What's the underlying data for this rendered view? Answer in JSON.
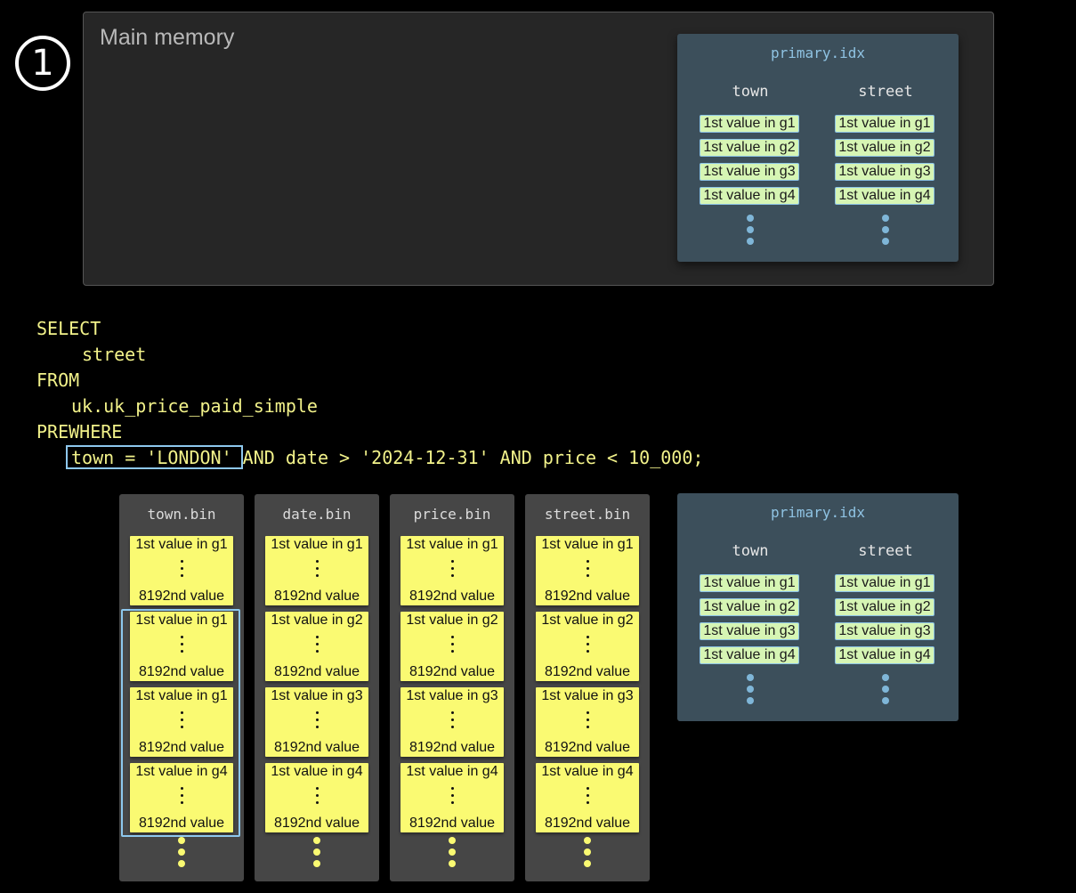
{
  "step_number": "1",
  "memory": {
    "title": "Main memory"
  },
  "primary_index": {
    "title": "primary.idx",
    "columns": [
      {
        "name": "town",
        "values": [
          "1st value in g1",
          "1st value in g2",
          "1st value in g3",
          "1st value in g4"
        ]
      },
      {
        "name": "street",
        "values": [
          "1st value in g1",
          "1st value in g2",
          "1st value in g3",
          "1st value in g4"
        ]
      }
    ]
  },
  "query": {
    "line1": "SELECT",
    "line2": "street",
    "line3": "FROM",
    "line4": "uk.uk_price_paid_simple",
    "line5": "PREWHERE",
    "highlight": "town = 'LONDON'",
    "rest": " AND date > '2024-12-31' AND price < 10_000;"
  },
  "bins": [
    {
      "name": "town.bin",
      "granules": [
        {
          "top": "1st value in g1",
          "bottom": "8192nd value"
        },
        {
          "top": "1st value in g1",
          "bottom": "8192nd value"
        },
        {
          "top": "1st value in g1",
          "bottom": "8192nd value"
        },
        {
          "top": "1st value in g4",
          "bottom": "8192nd value"
        }
      ]
    },
    {
      "name": "date.bin",
      "granules": [
        {
          "top": "1st value in g1",
          "bottom": "8192nd value"
        },
        {
          "top": "1st value in g2",
          "bottom": "8192nd value"
        },
        {
          "top": "1st value in g3",
          "bottom": "8192nd value"
        },
        {
          "top": "1st value in g4",
          "bottom": "8192nd value"
        }
      ]
    },
    {
      "name": "price.bin",
      "granules": [
        {
          "top": "1st value in g1",
          "bottom": "8192nd value"
        },
        {
          "top": "1st value in g2",
          "bottom": "8192nd value"
        },
        {
          "top": "1st value in g3",
          "bottom": "8192nd value"
        },
        {
          "top": "1st value in g4",
          "bottom": "8192nd value"
        }
      ]
    },
    {
      "name": "street.bin",
      "granules": [
        {
          "top": "1st value in g1",
          "bottom": "8192nd value"
        },
        {
          "top": "1st value in g2",
          "bottom": "8192nd value"
        },
        {
          "top": "1st value in g3",
          "bottom": "8192nd value"
        },
        {
          "top": "1st value in g4",
          "bottom": "8192nd value"
        }
      ]
    }
  ],
  "colors": {
    "granule": "#fafa72",
    "index_cell": "#d6f5b4",
    "highlight_border": "#8ec8ee",
    "code_text": "#f2f28a"
  }
}
